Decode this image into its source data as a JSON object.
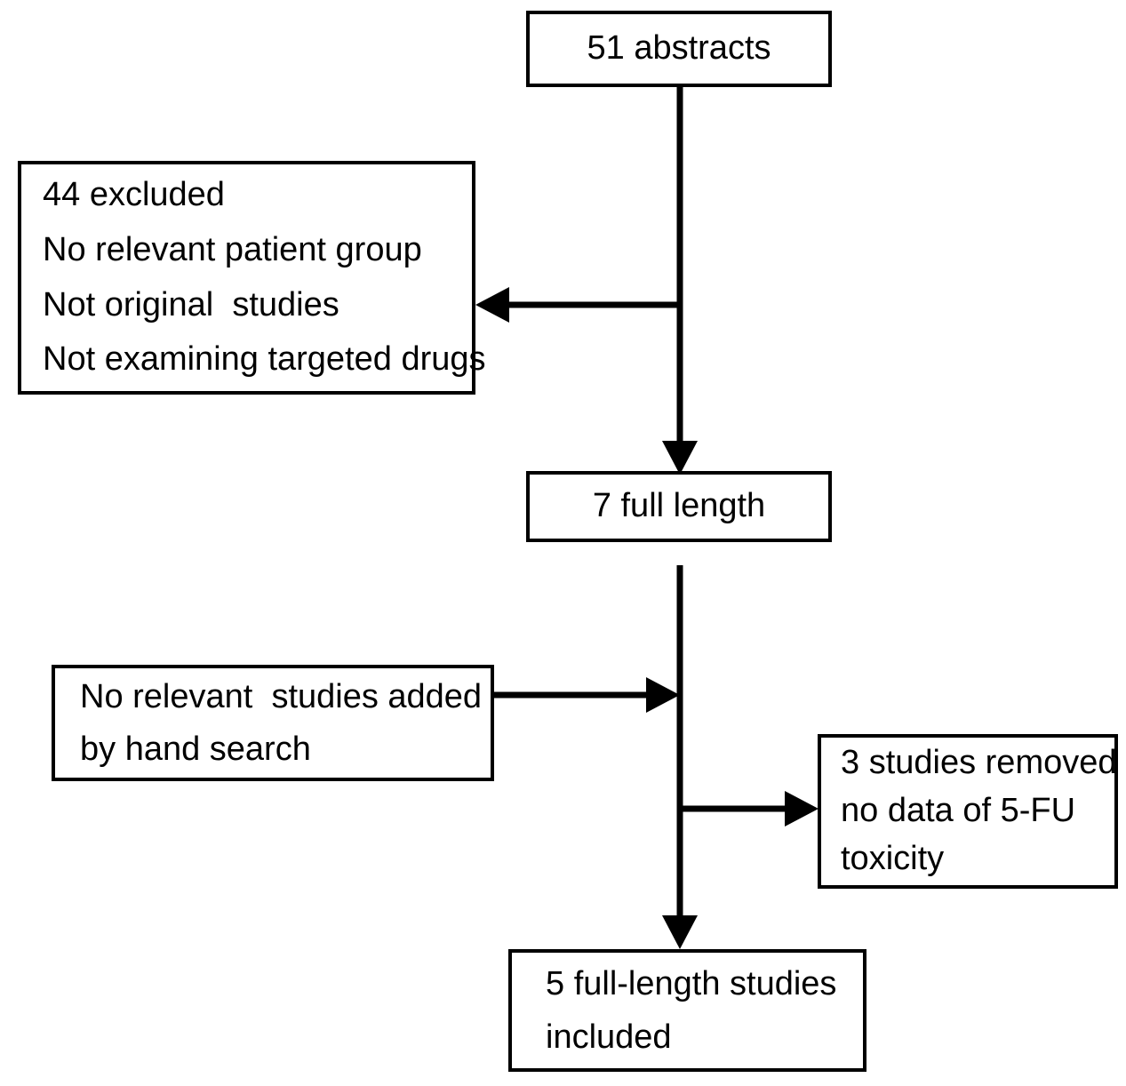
{
  "diagram": {
    "title": "Study selection flow diagram",
    "type": "flowchart",
    "orientation": "top-to-bottom",
    "stroke_color": "#000000",
    "fill_color": "#ffffff",
    "text_color": "#000000",
    "nodes": {
      "abstracts": {
        "lines": [
          "51 abstracts"
        ],
        "align": "center"
      },
      "excluded": {
        "lines": [
          "44 excluded",
          "No relevant patient group",
          "Not original  studies",
          "Not examining targeted drugs"
        ],
        "align": "left"
      },
      "full_length": {
        "lines": [
          "7 full length"
        ],
        "align": "center"
      },
      "hand_search": {
        "lines": [
          "No relevant  studies added",
          "by hand search"
        ],
        "align": "left"
      },
      "removed": {
        "lines": [
          "3 studies removed",
          "no data of 5-FU",
          "toxicity"
        ],
        "align": "left"
      },
      "included": {
        "lines": [
          "5 full-length studies",
          "included"
        ],
        "align": "left"
      }
    },
    "edges": [
      {
        "name": "abstracts-to-full-length",
        "from": "abstracts",
        "to": "full_length",
        "direction": "down",
        "arrowhead": true
      },
      {
        "name": "trunk-to-excluded",
        "from": "trunk",
        "to": "excluded",
        "direction": "left",
        "arrowhead": true
      },
      {
        "name": "hand-search-to-trunk",
        "from": "hand_search",
        "to": "trunk",
        "direction": "right",
        "arrowhead": true
      },
      {
        "name": "trunk-to-removed",
        "from": "trunk",
        "to": "removed",
        "direction": "right",
        "arrowhead": true
      },
      {
        "name": "trunk-to-included",
        "from": "full_length",
        "to": "included",
        "direction": "down",
        "arrowhead": true
      }
    ]
  }
}
